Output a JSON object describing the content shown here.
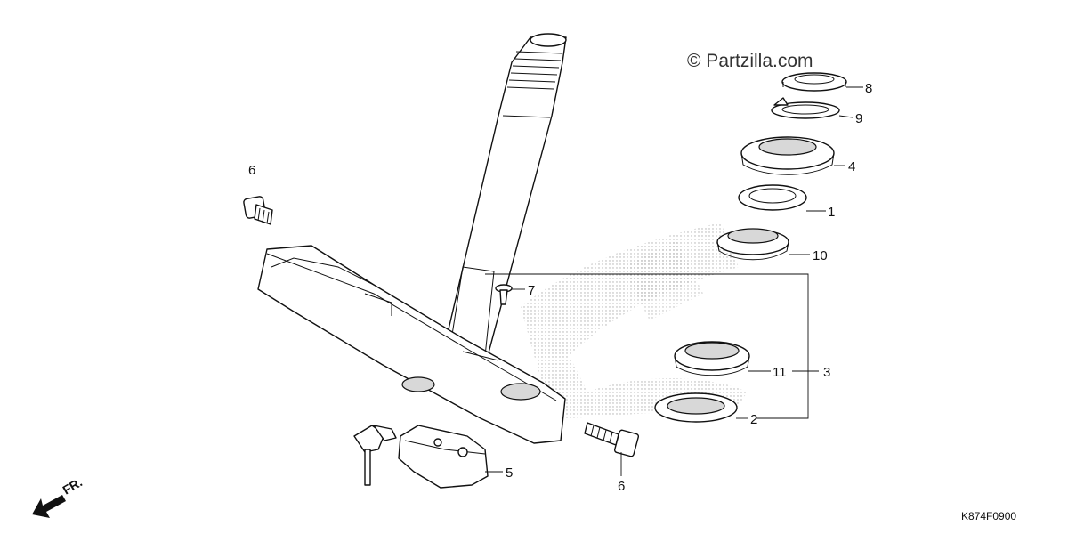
{
  "watermark": "© Partzilla.com",
  "diagram_code": "K874F0900",
  "front_indicator": "FR.",
  "callouts": {
    "c1": "1",
    "c2": "2",
    "c3": "3",
    "c4": "4",
    "c5": "5",
    "c6a": "6",
    "c6b": "6",
    "c7": "7",
    "c8": "8",
    "c9": "9",
    "c10": "10",
    "c11": "11"
  }
}
